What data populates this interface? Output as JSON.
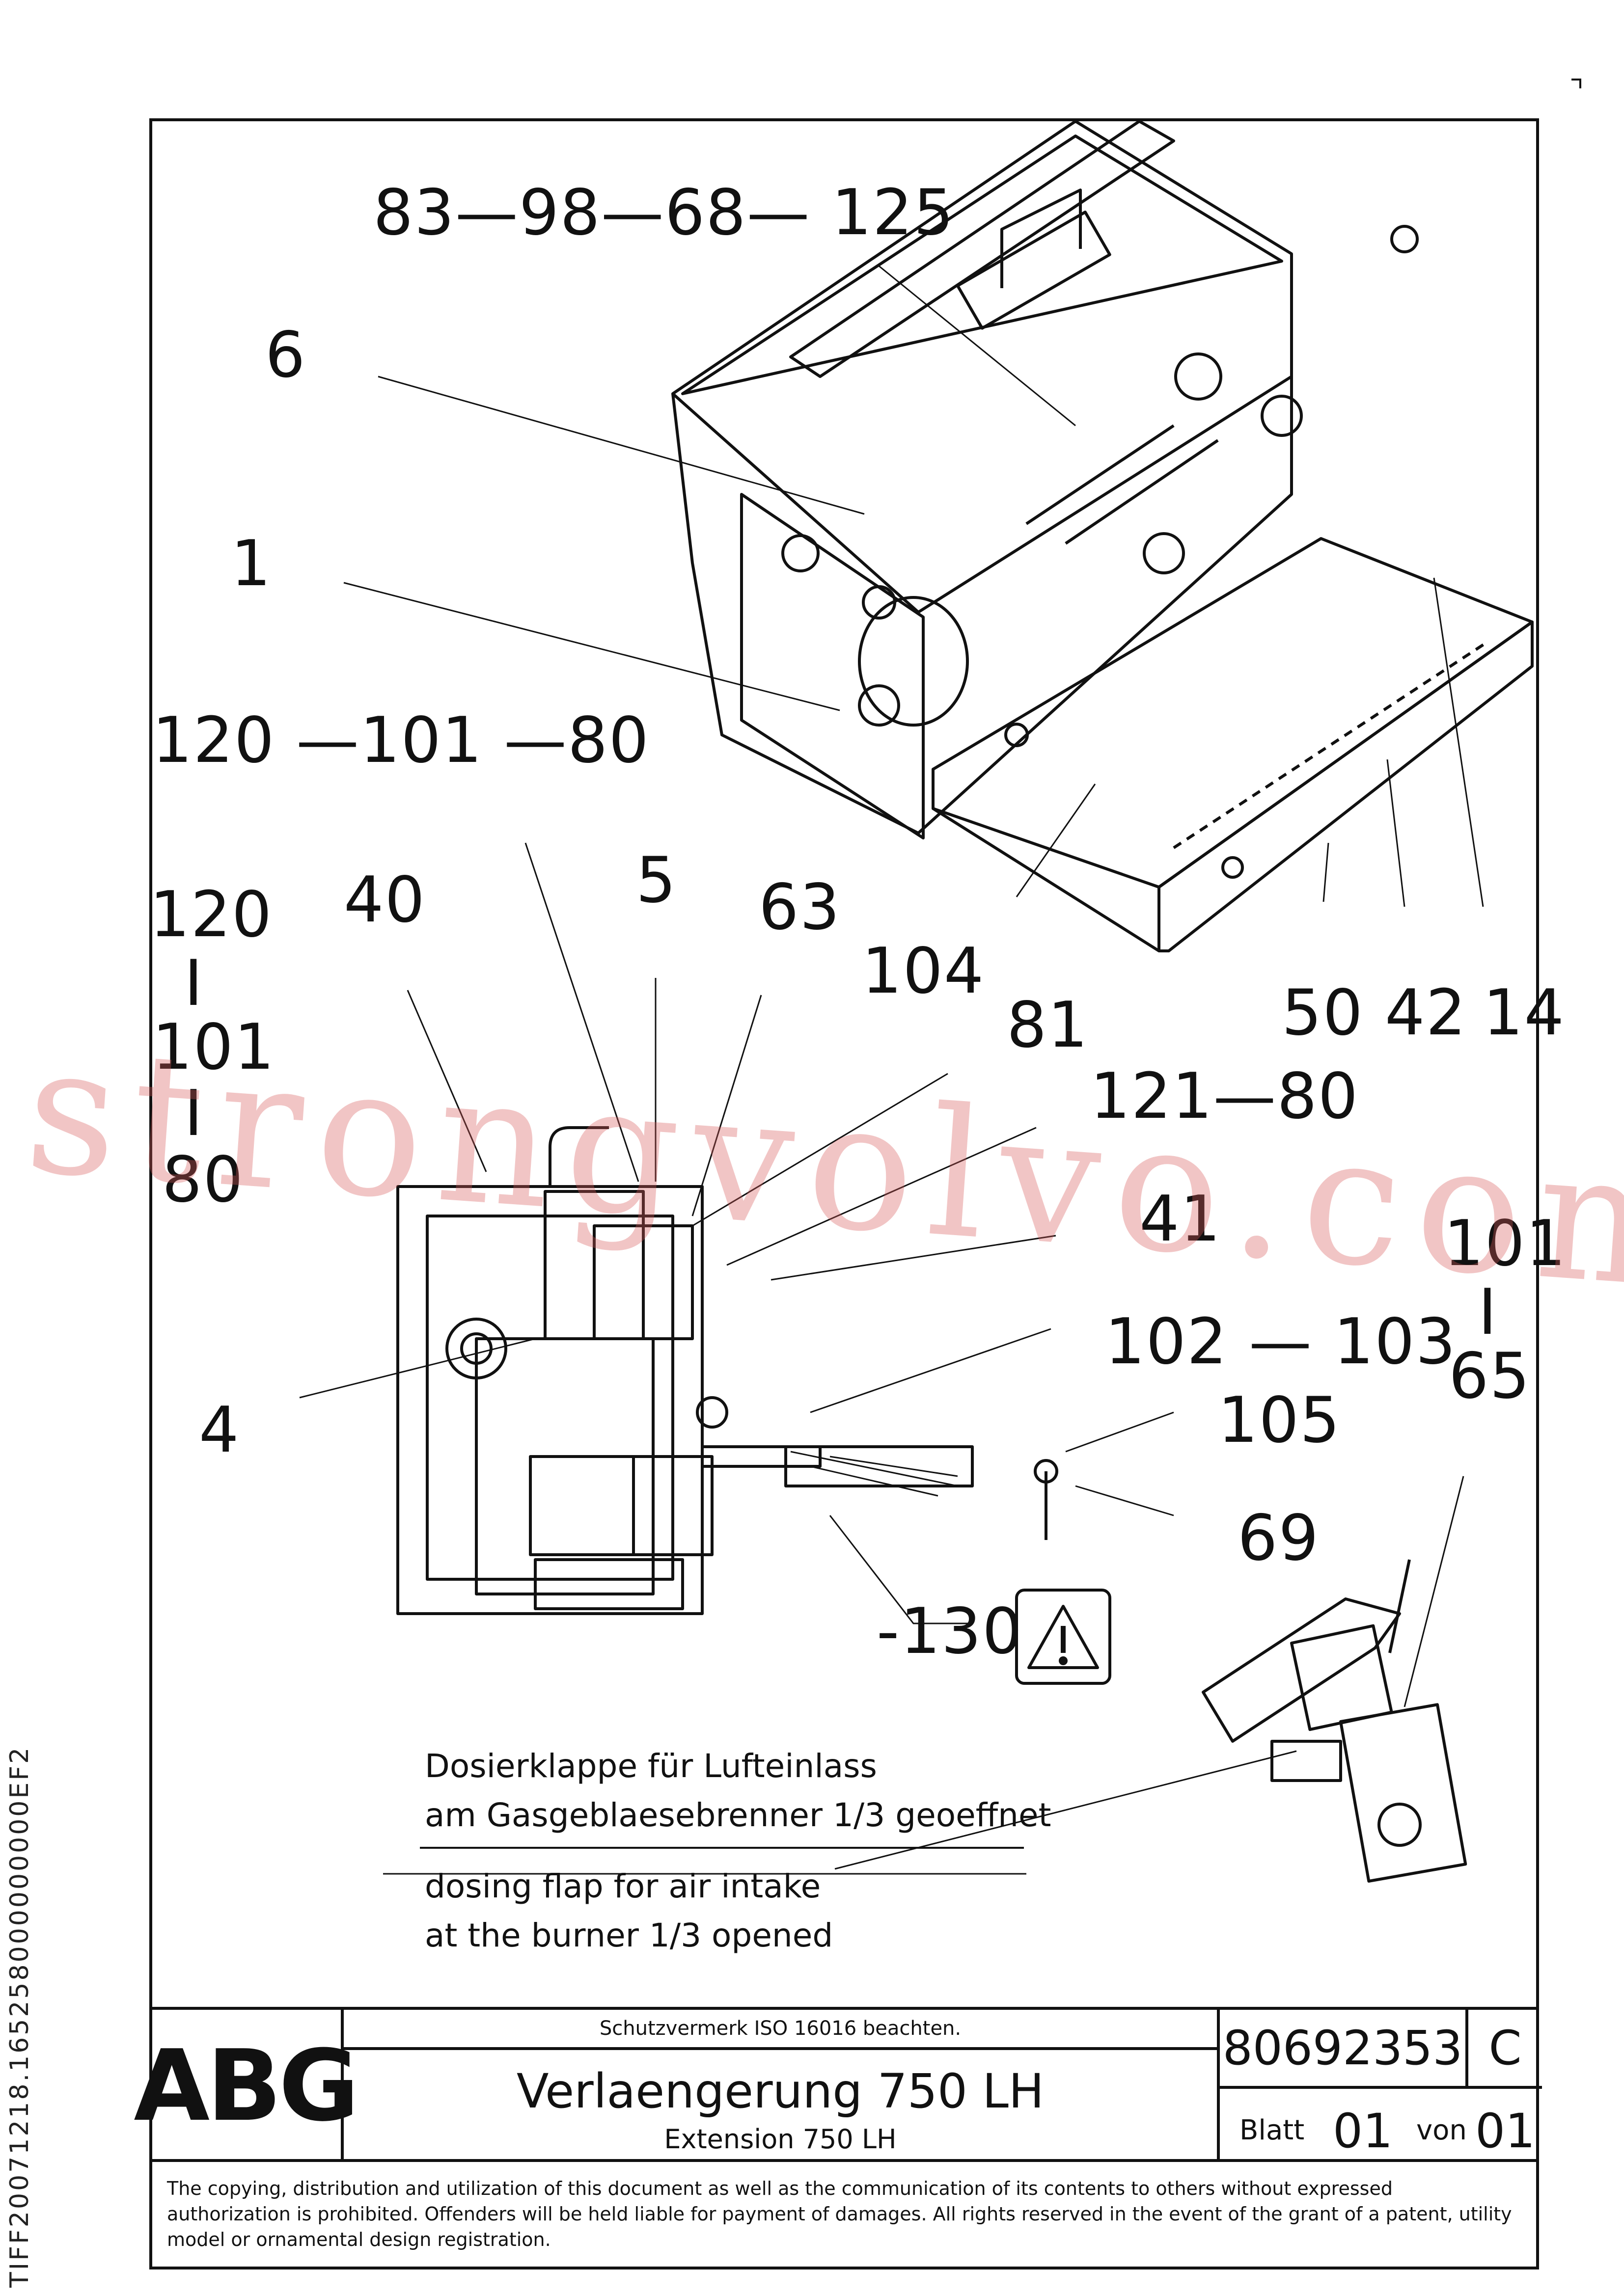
{
  "callouts": {
    "c_83_98_68_125": "83—98—68— 125",
    "c_6": "6",
    "c_1": "1",
    "c_120_101_80": "120 —101 —80",
    "c_120": "120",
    "c_bar1": "I",
    "c_101": "101",
    "c_bar2": "I",
    "c_80": "80",
    "c_40": "40",
    "c_5": "5",
    "c_63": "63",
    "c_104": "104",
    "c_81": "81",
    "c_121_80": "121—80",
    "c_50": "50",
    "c_42": "42",
    "c_14": "14",
    "c_41": "41",
    "c_101r": "101",
    "c_bar3": "I",
    "c_65": "65",
    "c_102_103": "102 — 103",
    "c_105": "105",
    "c_4": "4",
    "c_69": "69",
    "c_130": "-130"
  },
  "notes": {
    "de_line1": "Dosierklappe für Lufteinlass",
    "de_line2": "am Gasgeblaesebrenner 1/3 geoeffnet",
    "en_line1": "dosing flap for air intake",
    "en_line2": "at the burner 1/3 opened"
  },
  "titleblock": {
    "logo": "ABG",
    "protection_note": "Schutzvermerk ISO 16016 beachten.",
    "title": "Verlaengerung 750 LH",
    "subtitle": "Extension 750 LH",
    "drawing_number": "80692353",
    "revision": "C",
    "sheet_label": "Blatt",
    "sheet_value": "01",
    "of_label": "von",
    "of_value": "01"
  },
  "footer": {
    "copyright": "The copying, distribution and utilization of this document as well as the communication of its contents to others without expressed authorization is prohibited. Offenders will be held liable for payment of damages. All rights reserved in the event of the grant of a patent, utility model or ornamental design registration."
  },
  "watermark": "strongvolvo.com",
  "side_code": "TIFF20071218.165258000000000EF2"
}
